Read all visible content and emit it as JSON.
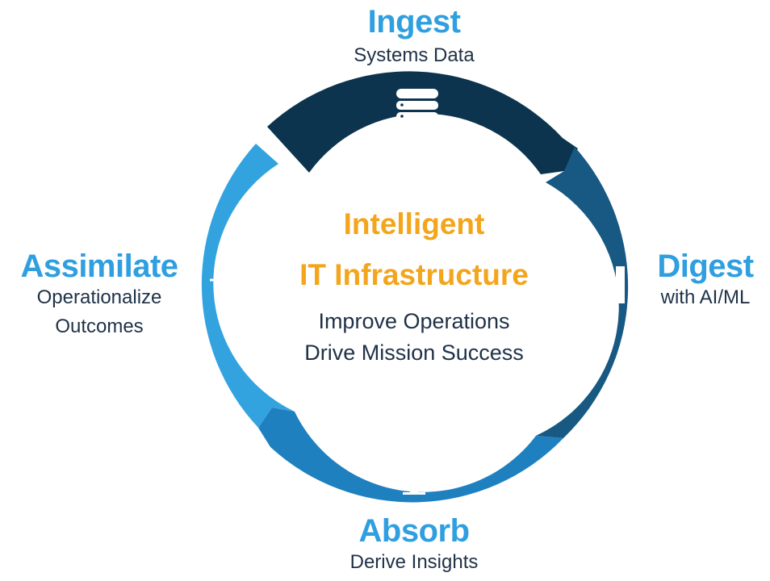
{
  "colors": {
    "ingest_segment": "#0c344e",
    "digest_segment": "#175983",
    "absorb_segment": "#1f80c0",
    "assimilate_segment": "#33a3e0",
    "stage_title": "#2f9fe0",
    "center_title": "#f3a51c",
    "body_text": "#1f3147",
    "icon": "#ffffff"
  },
  "center": {
    "title_line1": "Intelligent",
    "title_line2": "IT Infrastructure",
    "sub_line1": "Improve Operations",
    "sub_line2": "Drive Mission Success"
  },
  "stages": {
    "ingest": {
      "title": "Ingest",
      "sub_line1": "Systems Data",
      "icon": "database-icon"
    },
    "digest": {
      "title": "Digest",
      "sub_line1": "with AI/ML",
      "icon": "bar-chart-icon"
    },
    "absorb": {
      "title": "Absorb",
      "sub_line1": "Derive Insights",
      "icon": "monitor-chart-icon"
    },
    "assimilate": {
      "title": "Assimilate",
      "sub_line1": "Operationalize",
      "sub_line2": "Outcomes",
      "icon": "crosshair-icon"
    }
  }
}
